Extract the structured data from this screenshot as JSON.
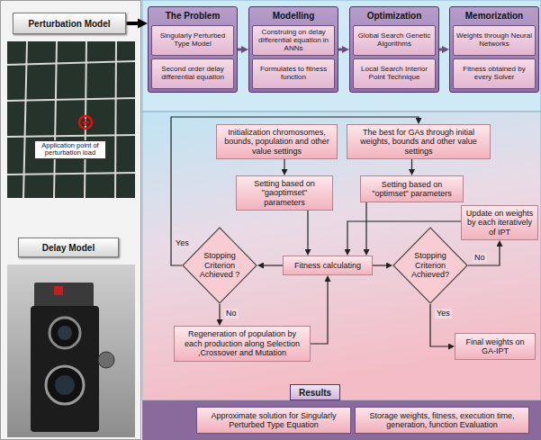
{
  "diagram": {
    "nodes": [
      {
        "text": [
          "Perturbation Model"
        ]
      },
      {
        "text": [
          "The Problem"
        ]
      },
      {
        "text": [
          "Singularly Perturbed Type Model"
        ],
        "in": 1
      },
      {
        "text": [
          "Second order delay differential equation"
        ],
        "in": 1
      },
      {
        "text": [
          "Modelling"
        ]
      },
      {
        "text": [
          "Construing on delay differential equation in ANNs"
        ],
        "in": 4
      },
      {
        "text": [
          "Formulates to fitness function"
        ],
        "in": 4
      },
      {
        "text": [
          "Optimization"
        ]
      },
      {
        "text": [
          "Global Search Genetic Algorithms"
        ],
        "in": 7
      },
      {
        "text": [
          "Local Search Interior Point Technique"
        ],
        "in": 7
      },
      {
        "text": [
          "Memorization"
        ]
      },
      {
        "text": [
          "Weights through Neural Networks"
        ],
        "in": 10
      },
      {
        "text": [
          "Fitness obtained by every Solver"
        ],
        "in": 10
      },
      {
        "text": [
          "Application point of perturbation load"
        ]
      },
      {
        "text": [
          "Initialization chromosomes, bounds, population and other value settings"
        ]
      },
      {
        "text": [
          "The best for GAs through initial weights, bounds and other value settings"
        ]
      },
      {
        "text": [
          "Setting based on \"gaoptimset\" parameters"
        ]
      },
      {
        "text": [
          "Setting based on \"optimset\" parameters"
        ]
      },
      {
        "text": [
          "Update on weights by each iteratively of IPT"
        ]
      },
      {
        "text": [
          "Stopping Criterion Achieved ?"
        ]
      },
      {
        "text": [
          "Fitness calculating"
        ]
      },
      {
        "text": [
          "Stopping Criterion Achieved?"
        ]
      },
      {
        "text": [
          "Regeneration of population by each production along Selection ,Crossover and Mutation"
        ]
      },
      {
        "text": [
          "Final weights on GA-IPT"
        ]
      },
      {
        "text": [
          "Delay Model"
        ]
      },
      {
        "text": [
          "Results"
        ]
      },
      {
        "text": [
          "Approximate solution for Singularly Perturbed Type Equation"
        ]
      },
      {
        "text": [
          "Storage weights, fitness, execution time, generation, function Evaluation"
        ]
      }
    ],
    "edges": [
      {
        "from": 0,
        "to": 1,
        "arrow": "to"
      },
      {
        "from": 1,
        "to": 4,
        "arrow": "to"
      },
      {
        "from": 4,
        "to": 7,
        "arrow": "to"
      },
      {
        "from": 7,
        "to": 10,
        "arrow": "to"
      },
      {
        "from": 14,
        "to": 16,
        "arrow": "to"
      },
      {
        "from": 15,
        "to": 17,
        "arrow": "to"
      },
      {
        "from": 16,
        "to": 20,
        "arrow": "to"
      },
      {
        "from": 17,
        "to": 20,
        "arrow": "to"
      },
      {
        "from": 20,
        "to": 19,
        "arrow": "to"
      },
      {
        "from": 20,
        "to": 21,
        "arrow": "to"
      },
      {
        "from": 19,
        "to": 15,
        "label": "Yes",
        "arrow": "to"
      },
      {
        "from": 19,
        "to": 22,
        "label": "No",
        "arrow": "to"
      },
      {
        "from": 22,
        "to": 20,
        "arrow": "to"
      },
      {
        "from": 18,
        "to": 20,
        "arrow": "to"
      },
      {
        "from": 21,
        "to": 18,
        "label": "No",
        "arrow": "to"
      },
      {
        "from": 21,
        "to": 23,
        "label": "Yes",
        "arrow": "to"
      }
    ]
  }
}
